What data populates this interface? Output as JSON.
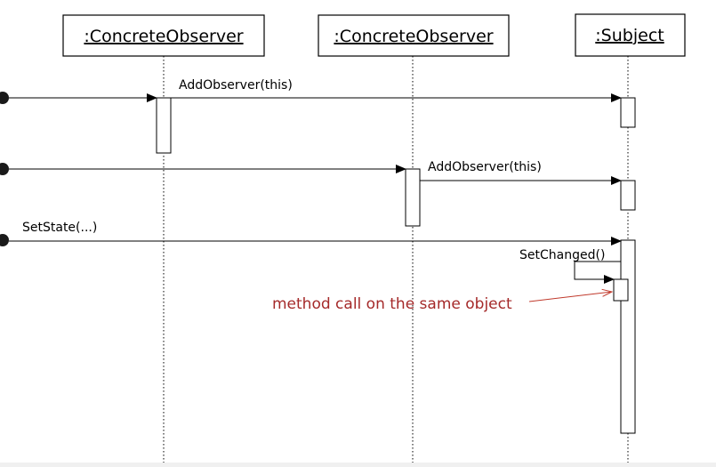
{
  "objects": [
    {
      "label": ":ConcreteObserver"
    },
    {
      "label": ":ConcreteObserver"
    },
    {
      "label": ":Subject"
    }
  ],
  "messages": [
    {
      "label": "AddObserver(this)"
    },
    {
      "label": "AddObserver(this)"
    },
    {
      "label": "SetState(...)"
    },
    {
      "label": "SetChanged()"
    }
  ],
  "annotation": {
    "text": "method call on the same object",
    "color": "#a52a2a"
  }
}
